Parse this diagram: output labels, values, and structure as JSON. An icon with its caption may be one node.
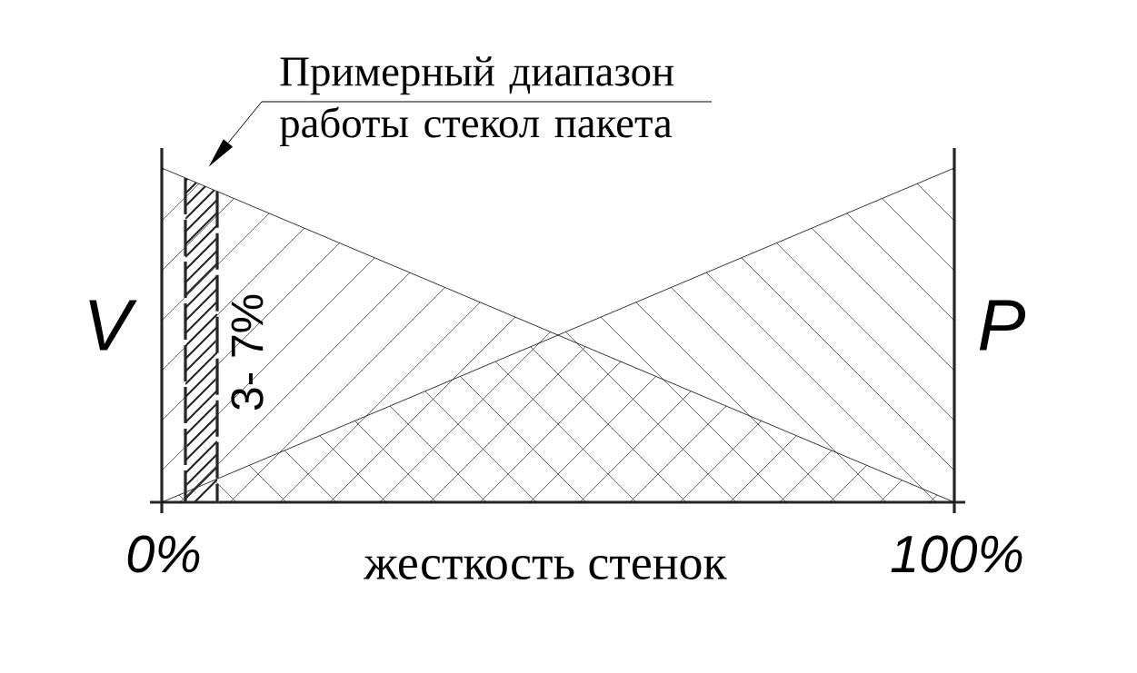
{
  "diagram": {
    "nodes": [
      {
        "text": [
          "Примерный диапазон работы стекол пакета"
        ]
      },
      {
        "text": [],
        "shape": "bar",
        "beside": [
          "3- 7%"
        ]
      }
    ],
    "edges": [
      {
        "from": 0,
        "to": 1,
        "arrow": "to"
      }
    ],
    "labels": [
      "V",
      "P",
      "0%",
      "100%",
      "жесткость стенок"
    ]
  }
}
